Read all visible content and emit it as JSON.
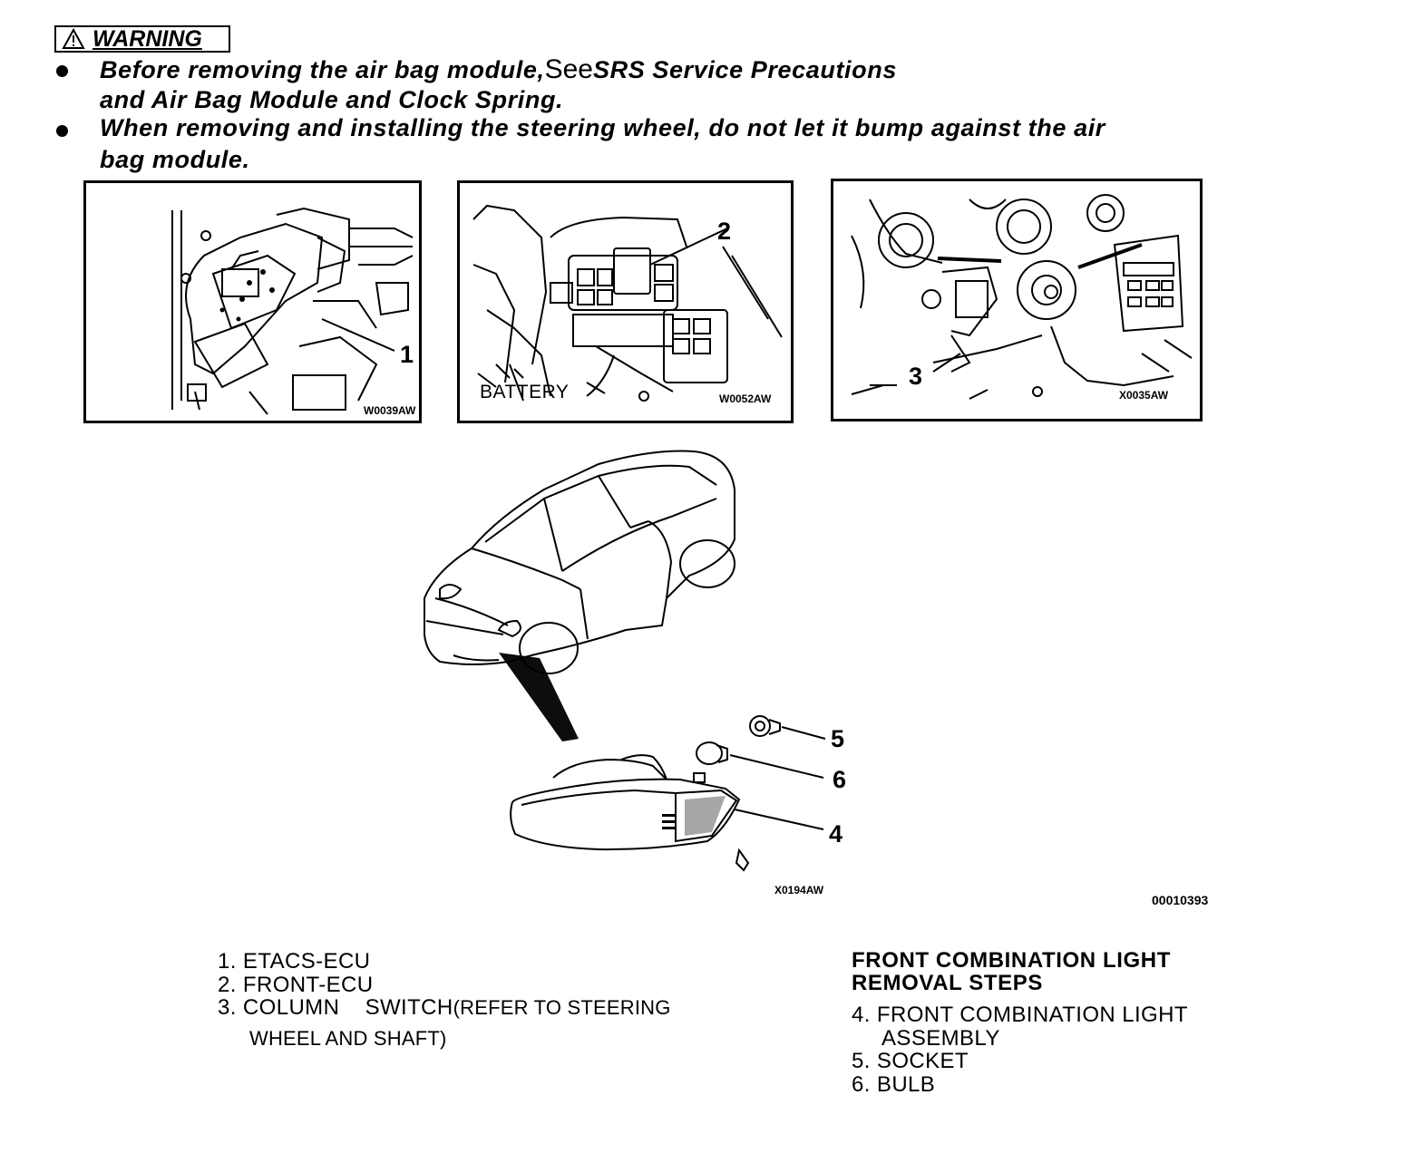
{
  "warning": {
    "title": "WARNING",
    "bullet1_line1_pre": "Before removing the air bag module,",
    "bullet1_see": "See",
    "bullet1_line1_post": "SRS Service Precautions",
    "bullet1_line2": "and Air Bag Module and Clock Spring.",
    "bullet2_line1": "When removing and installing the steering wheel, do not let it bump against the air",
    "bullet2_line2": "bag module."
  },
  "figures": {
    "fig1": {
      "callout": "1",
      "code": "W0039AW"
    },
    "fig2": {
      "callout": "2",
      "label": "BATTERY",
      "code": "W0052AW"
    },
    "fig3": {
      "callout": "3",
      "code": "X0035AW"
    },
    "main": {
      "code": "X0194AW",
      "doc_number": "00010393",
      "callouts": [
        "5",
        "6",
        "4"
      ]
    }
  },
  "parts": [
    {
      "num": "1.",
      "text": "ETACS-ECU"
    },
    {
      "num": "2.",
      "text": "FRONT-ECU"
    },
    {
      "num": "3.",
      "text": "COLUMN    SWITCH",
      "note": "(REFER TO STEERING",
      "note2": "WHEEL AND SHAFT)"
    }
  ],
  "steps": {
    "heading_line1": "FRONT COMBINATION LIGHT",
    "heading_line2": "REMOVAL STEPS",
    "items": [
      {
        "num": "4.",
        "text": "FRONT COMBINATION LIGHT",
        "text2": "ASSEMBLY"
      },
      {
        "num": "5.",
        "text": "SOCKET"
      },
      {
        "num": "6.",
        "text": "BULB"
      }
    ]
  }
}
